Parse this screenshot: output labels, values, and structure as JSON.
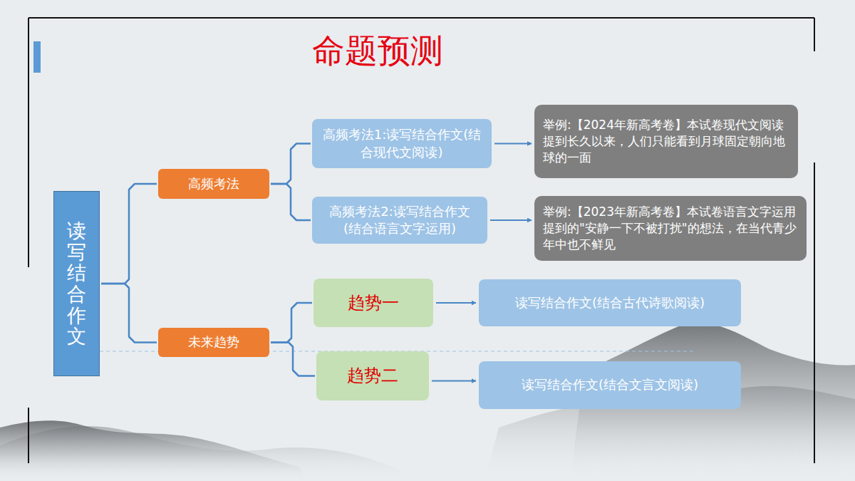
{
  "diagram": {
    "title": "命题预测",
    "nodes": [
      {
        "text": [
          "读写结合作文"
        ]
      },
      {
        "text": [
          "高频考法"
        ]
      },
      {
        "text": [
          "高频考法1:读写结合作文(结合现代文阅读)"
        ]
      },
      {
        "text": [
          "举例:【2024年新高考卷】本试卷现代文阅读提到长久以来，人们只能看到月球固定朝向地球的一面"
        ]
      },
      {
        "text": [
          "高频考法2:读写结合作文(结合语言文字运用)"
        ]
      },
      {
        "text": [
          "举例:【2023年新高考卷】本试卷语言文字运用提到的\"安静一下不被打扰\"的想法，在当代青少年中也不鲜见"
        ]
      },
      {
        "text": [
          "未来趋势"
        ]
      },
      {
        "text": [
          "趋势一"
        ]
      },
      {
        "text": [
          "读写结合作文(结合古代诗歌阅读)"
        ]
      },
      {
        "text": [
          "趋势二"
        ]
      },
      {
        "text": [
          "读写结合作文(结合文言文阅读)"
        ]
      }
    ],
    "edges": [
      {
        "from": 0,
        "to": 1,
        "arrow": "none"
      },
      {
        "from": 0,
        "to": 6,
        "arrow": "none"
      },
      {
        "from": 1,
        "to": 2,
        "arrow": "none"
      },
      {
        "from": 1,
        "to": 4,
        "arrow": "none"
      },
      {
        "from": 2,
        "to": 3,
        "arrow": "to"
      },
      {
        "from": 4,
        "to": 5,
        "arrow": "to"
      },
      {
        "from": 6,
        "to": 7,
        "arrow": "none"
      },
      {
        "from": 6,
        "to": 9,
        "arrow": "none"
      },
      {
        "from": 7,
        "to": 8,
        "arrow": "to"
      },
      {
        "from": 9,
        "to": 10,
        "arrow": "to"
      }
    ]
  }
}
